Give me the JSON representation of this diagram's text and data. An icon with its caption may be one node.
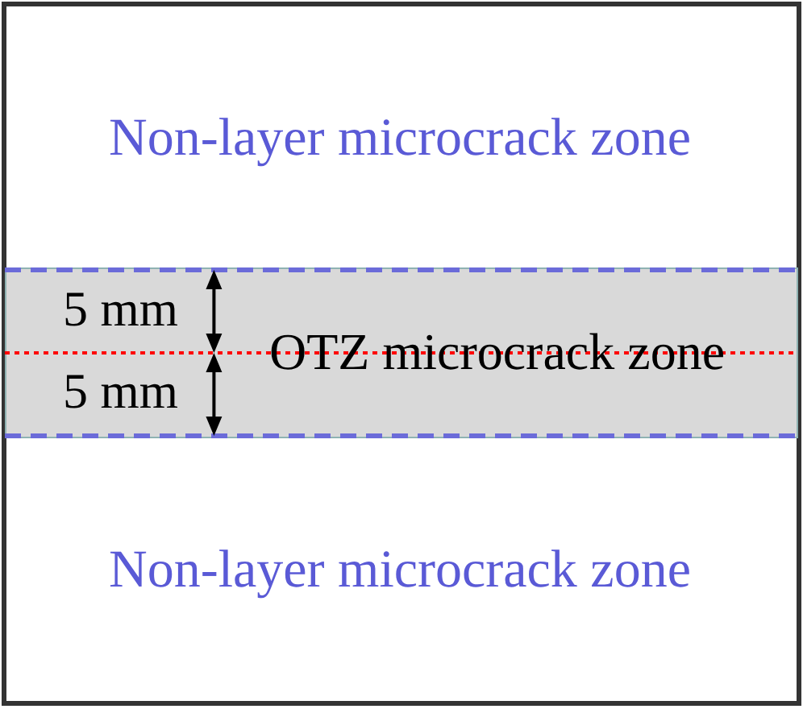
{
  "diagram": {
    "nodes": [
      {
        "text": [
          "Non-layer microcrack zone"
        ]
      },
      {
        "text": [
          "OTZ microcrack zone"
        ]
      },
      {
        "text": [
          "Non-layer microcrack zone"
        ]
      }
    ],
    "labels": [
      "5 mm",
      "5 mm"
    ]
  }
}
